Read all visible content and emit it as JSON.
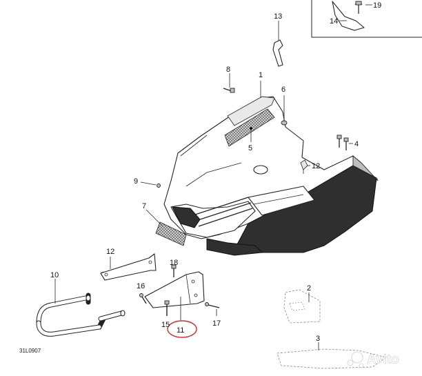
{
  "diagram_code": "31L0907",
  "watermark": "Avito",
  "highlight_color": "#d6262b",
  "callouts": {
    "c1": "1",
    "c2": "2",
    "c3": "3",
    "c4": "4",
    "c5": "5",
    "c6": "6",
    "c7": "7",
    "c8": "8",
    "c9": "9",
    "c10": "10",
    "c11": "11",
    "c12a": "12",
    "c12b": "12",
    "c13": "13",
    "c14": "14",
    "c15": "15",
    "c16": "16",
    "c17": "17",
    "c18": "18",
    "c19": "19"
  }
}
